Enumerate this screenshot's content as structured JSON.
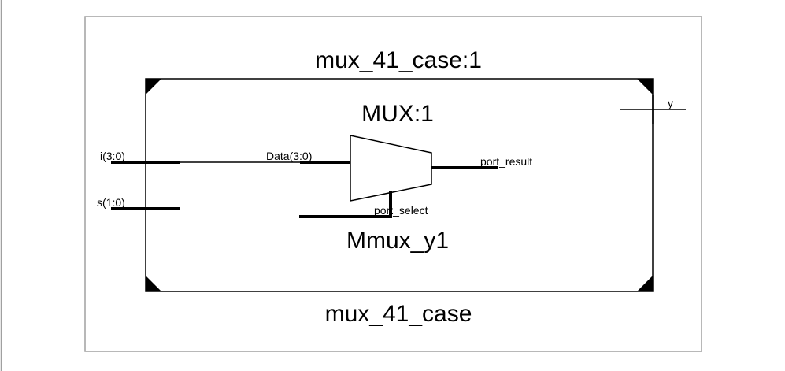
{
  "diagram": {
    "outer_label_top": "mux_41_case:1",
    "outer_label_bottom": "mux_41_case",
    "mux_label_top": "MUX:1",
    "mux_label_bottom": "Mmux_y1",
    "ports": {
      "input_i": "i(3:0)",
      "input_s": "s(1:0)",
      "output_y": "y",
      "mux_data": "Data(3:0)",
      "mux_result": "port_result",
      "mux_select": "port_select"
    }
  },
  "colors": {
    "line": "#000000",
    "background": "#ffffff",
    "frame_border": "#a0a0a0"
  }
}
